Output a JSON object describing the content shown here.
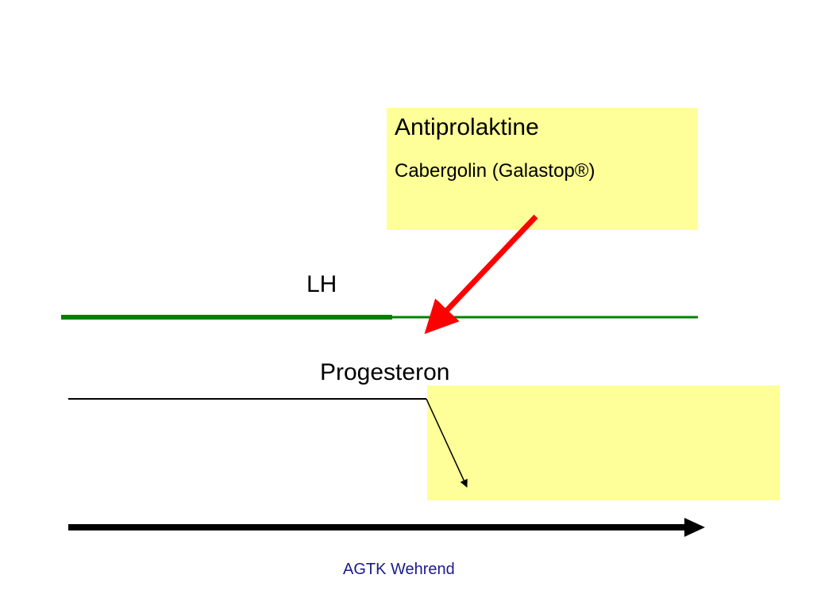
{
  "slide": {
    "drug_class": "Antiprolaktine",
    "drug_name": "Cabergolin (Galastop®)",
    "lh_label": "LH",
    "progesteron_label": "Progesteron",
    "footer": "AGTK Wehrend"
  },
  "colors": {
    "box_fill": "#ffff99",
    "lh_line": "#008000",
    "red_arrow": "#ff0000",
    "black": "#000000",
    "footer_text": "#1a1a8c"
  }
}
